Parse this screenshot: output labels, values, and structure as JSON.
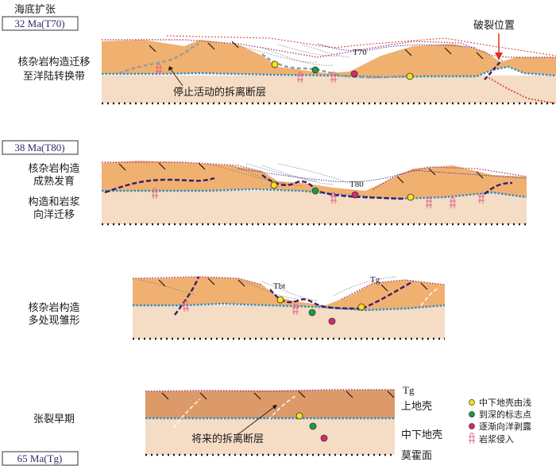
{
  "top_label": "海底扩张",
  "stages": [
    {
      "age": "32 Ma(T70)",
      "desc": [
        "核杂岩构造迁移",
        "至洋陆转换带"
      ],
      "horizon": "T70"
    },
    {
      "age": "38 Ma(T80)",
      "desc": [
        "核杂岩构造",
        "成熟发育"
      ],
      "desc2": [
        "构造和岩浆",
        "向洋迁移"
      ],
      "horizon": "T80"
    },
    {
      "desc": [
        "核杂岩构造",
        "多处现雏形"
      ],
      "horizon": "Tbt",
      "horizon2": "Tg"
    },
    {
      "age": "65 Ma(Tg)",
      "desc": [
        "张裂早期"
      ],
      "horizon": "Tg"
    }
  ],
  "callouts": {
    "breakup": "破裂位置",
    "inactive": "停止活动的拆离断层",
    "future": "将来的拆离断层"
  },
  "layers": {
    "upper": "上地壳",
    "mid_lower": "中下地壳",
    "moho": "莫霍面"
  },
  "legend": {
    "marker_line1": "中下地壳由浅",
    "marker_line2": "到深的标志点",
    "marker_line3": "逐渐向洋剥露",
    "intrusion": "岩浆侵入"
  },
  "colors": {
    "upper_crust": "#f0b070",
    "lower_crust": "#f5dcc4",
    "detachment": "#3b1c6e",
    "boundary": "#2f8fc8",
    "tg": "#b0407a",
    "marker_yellow": "#f5e21a",
    "marker_green": "#1f9a44",
    "marker_red": "#d8286e"
  }
}
